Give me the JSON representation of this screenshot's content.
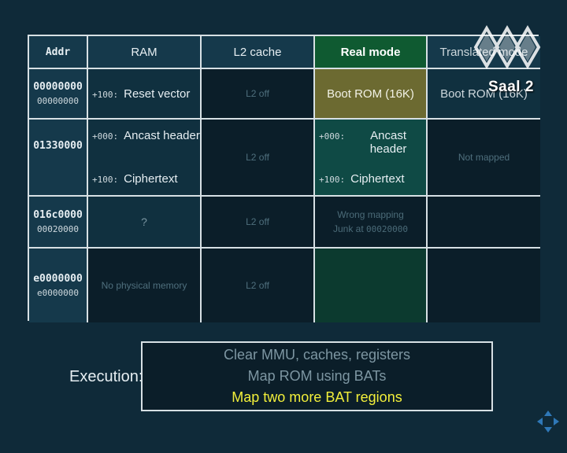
{
  "columns": {
    "addr": "Addr",
    "ram": "RAM",
    "l2": "L2 cache",
    "real": "Real mode",
    "translated": "Translated mode"
  },
  "rows": [
    {
      "addr_main": "00000000",
      "addr_sub": "00000000",
      "ram_offset": "+100:",
      "ram_label": "Reset vector",
      "l2": "L2 off",
      "real": "Boot ROM (16K)",
      "translated": "Boot ROM (16K)"
    },
    {
      "addr_main": "01330000",
      "ram_entries": [
        {
          "offset": "+000:",
          "label": "Ancast header"
        },
        {
          "offset": "+100:",
          "label": "Ciphertext"
        }
      ],
      "l2": "L2 off",
      "real_entries": [
        {
          "offset": "+000:",
          "label": "Ancast header"
        },
        {
          "offset": "+100:",
          "label": "Ciphertext"
        }
      ],
      "translated": "Not mapped"
    },
    {
      "addr_main": "016c0000",
      "addr_sub": "00020000",
      "ram": "?",
      "l2": "L2 off",
      "real_line1": "Wrong mapping",
      "real_line2_prefix": "Junk at",
      "real_line2_addr": "00020000"
    },
    {
      "addr_main": "e0000000",
      "addr_sub": "e0000000",
      "ram": "No physical memory",
      "l2": "L2 off"
    }
  ],
  "execution": {
    "label": "Execution:",
    "steps": [
      "Clear MMU, caches, registers",
      "Map ROM using BATs",
      "Map two more BAT regions"
    ],
    "current_step_index": 2
  },
  "logo": {
    "text": "Saal 2",
    "icon": "conference-logo-icon"
  },
  "nav_icon": "navigation-arrows-icon",
  "colors": {
    "background": "#0f2a39",
    "active_header": "#0f5a31",
    "rom_cell": "#6c6a31",
    "current_step": "#f2ef3a",
    "inactive_step": "#7d96a2"
  }
}
